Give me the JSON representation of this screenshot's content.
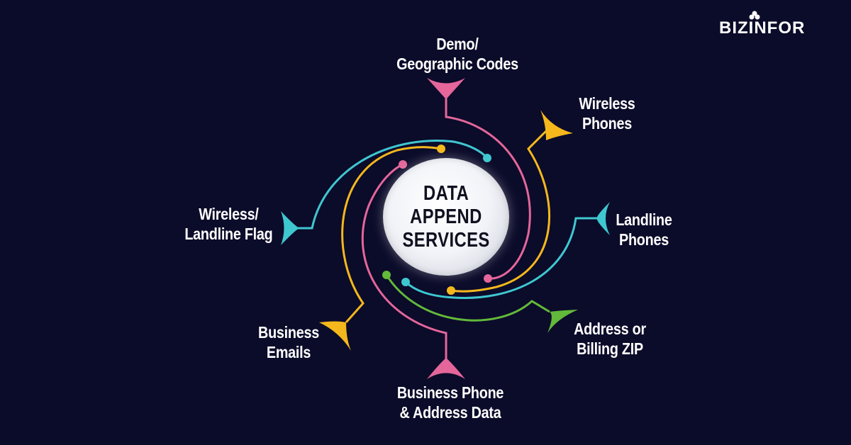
{
  "logo": {
    "text": "BIZINFOR"
  },
  "center": {
    "lines": [
      "DATA",
      "APPEND",
      "SERVICES"
    ]
  },
  "branches": [
    {
      "id": "demo",
      "lines": [
        "Demo/",
        "Geographic Codes"
      ],
      "color": "#e4669a"
    },
    {
      "id": "wireless-phones",
      "lines": [
        "Wireless",
        "Phones"
      ],
      "color": "#f5b81c"
    },
    {
      "id": "landline-phones",
      "lines": [
        "Landline",
        "Phones"
      ],
      "color": "#3fc7d0"
    },
    {
      "id": "address",
      "lines": [
        "Address or",
        "Billing ZIP"
      ],
      "color": "#63b93a"
    },
    {
      "id": "business-phone",
      "lines": [
        "Business Phone",
        "& Address Data"
      ],
      "color": "#e4669a"
    },
    {
      "id": "business-emails",
      "lines": [
        "Business",
        "Emails"
      ],
      "color": "#f5b81c"
    },
    {
      "id": "wireless-landline",
      "lines": [
        "Wireless/",
        "Landline Flag"
      ],
      "color": "#3fc7d0"
    }
  ]
}
